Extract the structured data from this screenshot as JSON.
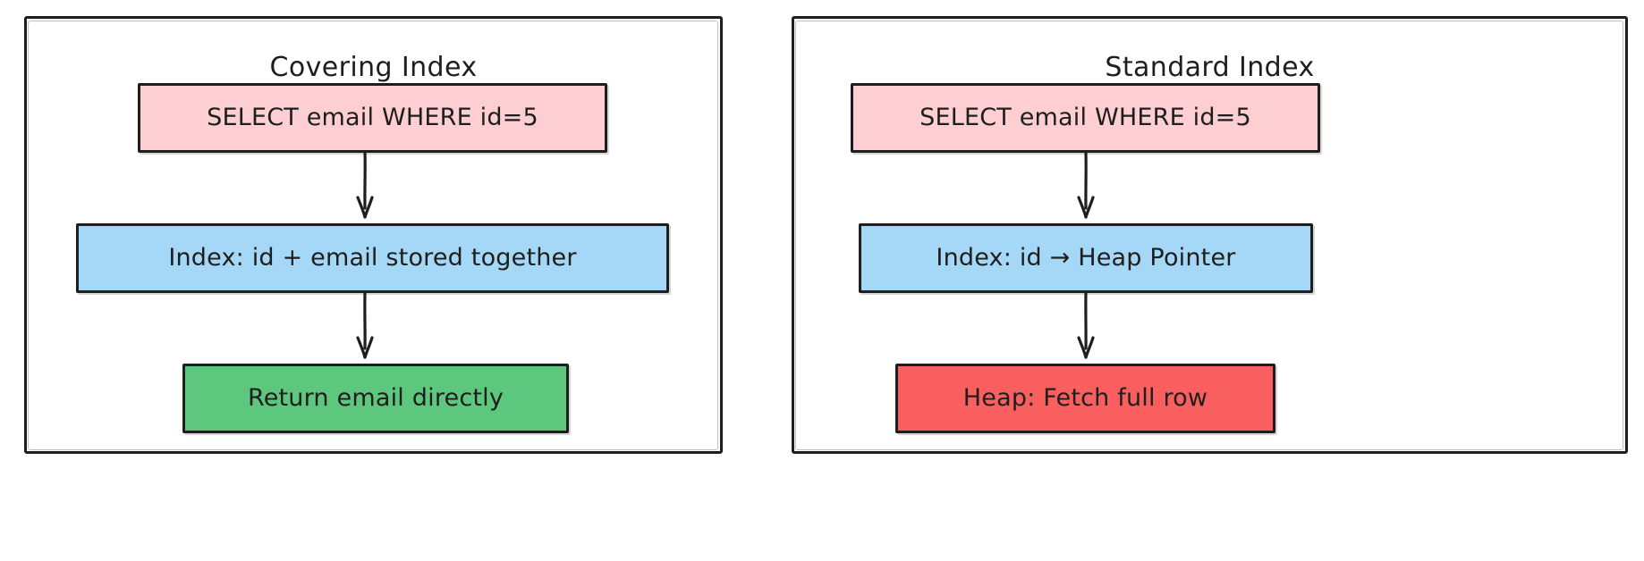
{
  "diagram": {
    "title_left": "Covering Index",
    "title_right": "Standard Index",
    "background": "#ffffff",
    "stroke": "#1e1e1e"
  },
  "panels": [
    {
      "id": "covering-index",
      "title": "Covering Index",
      "nodes": [
        {
          "id": "query",
          "label": "SELECT email WHERE id=5",
          "fill": "#fdcfd3"
        },
        {
          "id": "index",
          "label": "Index: id + email stored together",
          "fill": "#a5d8f7"
        },
        {
          "id": "return",
          "label": "Return email directly",
          "fill": "#5ec77e"
        }
      ],
      "edges": [
        {
          "from": "query",
          "to": "index",
          "style": "arrow"
        },
        {
          "from": "index",
          "to": "return",
          "style": "arrow"
        }
      ]
    },
    {
      "id": "standard-index",
      "title": "Standard Index",
      "nodes": [
        {
          "id": "query",
          "label": "SELECT email WHERE id=5",
          "fill": "#fdcfd3"
        },
        {
          "id": "index",
          "label": "Index: id → Heap Pointer",
          "fill": "#a5d8f7"
        },
        {
          "id": "heap",
          "label": "Heap: Fetch full row",
          "fill": "#fa5f5f"
        }
      ],
      "edges": [
        {
          "from": "query",
          "to": "index",
          "style": "arrow"
        },
        {
          "from": "index",
          "to": "heap",
          "style": "arrow"
        }
      ]
    }
  ],
  "icons": {
    "arrow_down": "arrow-down-icon",
    "right_arrow_glyph": "→"
  }
}
